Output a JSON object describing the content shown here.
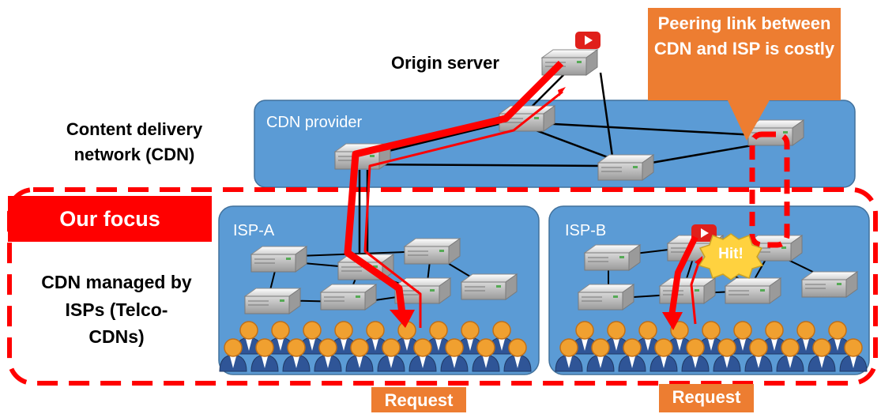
{
  "labels": {
    "origin_server": "Origin server",
    "cdn_title": "Content delivery network (CDN)",
    "cdn_provider": "CDN provider",
    "our_focus": "Our focus",
    "telco_cdn": "CDN managed by ISPs (Telco-CDNs)",
    "isp_a": "ISP-A",
    "isp_b": "ISP-B",
    "peering_callout": "Peering link between CDN and ISP is costly",
    "hit": "Hit!",
    "request_a": "Request",
    "request_b": "Request"
  },
  "colors": {
    "box_blue": "#5B9BD5",
    "box_border": "#41719C",
    "focus_red": "#FF0000",
    "callout_orange": "#ED7D31",
    "hit_yellow": "#FFD23F",
    "user_orange": "#F0A030",
    "user_blue": "#2F5597"
  },
  "icons": [
    "server-icon",
    "youtube-icon",
    "user-icon",
    "arrow-icon"
  ]
}
